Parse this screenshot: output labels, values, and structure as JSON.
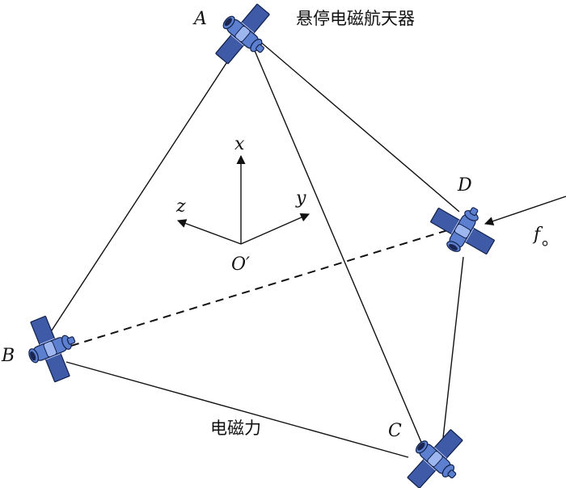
{
  "title": "悬停电磁航天器",
  "force_label": "电磁力",
  "external_force_label": "f",
  "external_force_suffix": "。",
  "nodes": {
    "A": "A",
    "B": "B",
    "C": "C",
    "D": "D"
  },
  "axes": {
    "x": "x",
    "y": "y",
    "z": "z",
    "origin": "O′"
  },
  "colors": {
    "panel": "#3f5ba8",
    "body": "#5d7fd0",
    "highlight": "#9db6f0",
    "line": "#111111"
  }
}
